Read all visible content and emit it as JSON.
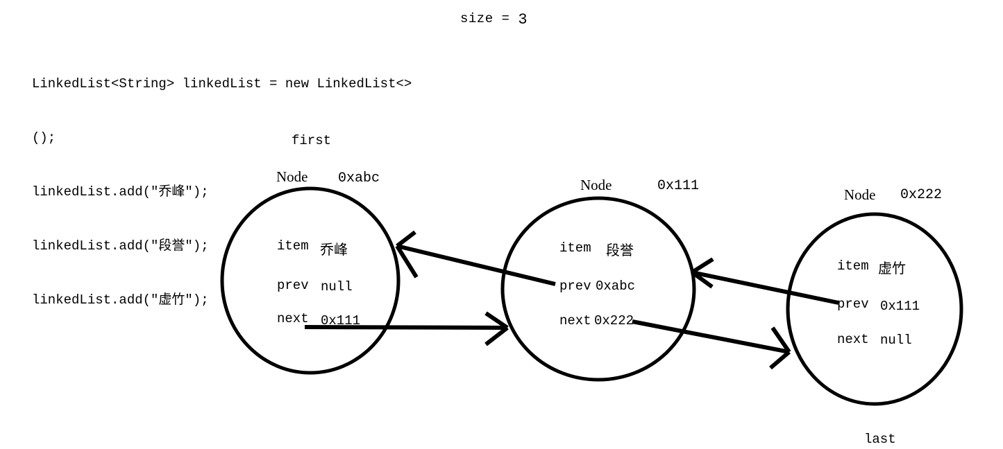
{
  "diagram": {
    "title_icon": "linked-list-diagram",
    "size_label": {
      "text": "size = ",
      "value": "3"
    },
    "code": {
      "lines": [
        "LinkedList<String> linkedList = new LinkedList<>",
        "();",
        "linkedList.add(\"乔峰\");",
        "linkedList.add(\"段誉\");",
        "linkedList.add(\"虚竹\");"
      ]
    },
    "pointers": {
      "first": "first",
      "last": "last"
    },
    "field_keys": {
      "item": "item",
      "prev": "prev",
      "next": "next"
    },
    "nodes": [
      {
        "id": "node1",
        "type_label": "Node",
        "address": "0xabc",
        "item": "乔峰",
        "prev": "null",
        "next": "0x111"
      },
      {
        "id": "node2",
        "type_label": "Node",
        "address": "0x111",
        "item": "段誉",
        "prev": "0xabc",
        "next": "0x222"
      },
      {
        "id": "node3",
        "type_label": "Node",
        "address": "0x222",
        "item": "虚竹",
        "prev": "0x111",
        "next": "null"
      }
    ],
    "colors": {
      "ink": "#000000",
      "background": "#ffffff"
    }
  }
}
